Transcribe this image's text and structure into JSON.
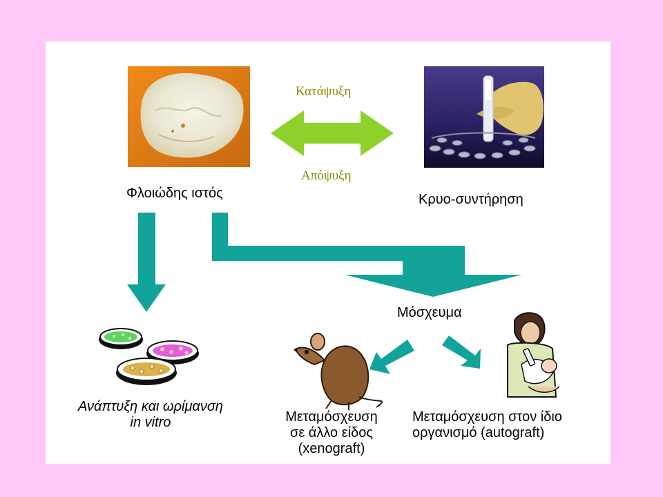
{
  "labels": {
    "freeze": "Κατάψυξη",
    "thaw": "Απόψυξη",
    "tissue": "Φλοιώδης ιστός",
    "cryo": "Κρυο-συντήρηση",
    "graft": "Μόσχευμα",
    "invitro_line1": "Ανάπτυξη και ωρίμανση",
    "invitro_line2": "in vitro",
    "xeno_line1": "Μεταμόσχευση",
    "xeno_line2": "σε άλλο είδος",
    "xeno_line3": "(xenograft)",
    "auto_line1": "Μεταμόσχευση στον ίδιο",
    "auto_line2": "οργανισμό (autograft)"
  },
  "colors": {
    "page_background": "#FFC8F8",
    "slide_background": "#FFFFFF",
    "teal_arrow": "#12A39A",
    "green_arrow": "#8ED12A",
    "olive_text": "#8A8A00"
  },
  "icons": [
    "tissue-photo",
    "cryo-photo",
    "petri-dishes-icon",
    "mouse-icon",
    "mother-baby-icon"
  ]
}
